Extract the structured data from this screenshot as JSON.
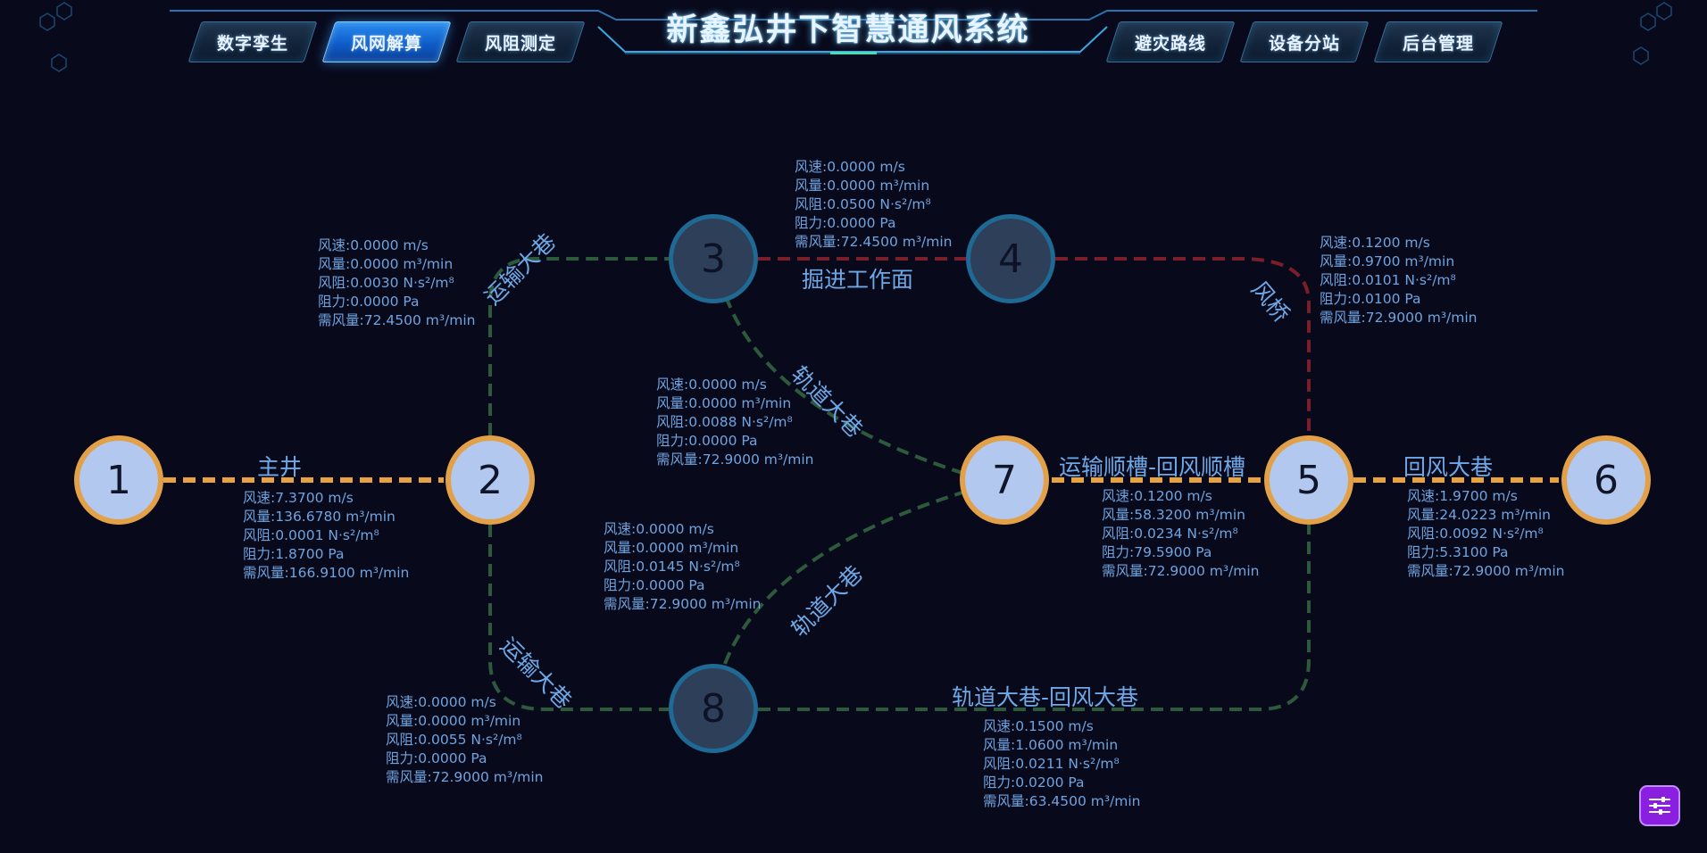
{
  "app_title": "新鑫弘井下智慧通风系统",
  "nav_left": [
    {
      "label": "数字孪生",
      "active": false
    },
    {
      "label": "风网解算",
      "active": true
    },
    {
      "label": "风阻测定",
      "active": false
    }
  ],
  "nav_right": [
    {
      "label": "避灾路线",
      "active": false
    },
    {
      "label": "设备分站",
      "active": false
    },
    {
      "label": "后台管理",
      "active": false
    }
  ],
  "nodes": [
    {
      "id": "1",
      "style": "orange"
    },
    {
      "id": "2",
      "style": "orange"
    },
    {
      "id": "3",
      "style": "blue"
    },
    {
      "id": "4",
      "style": "blue"
    },
    {
      "id": "5",
      "style": "orange"
    },
    {
      "id": "6",
      "style": "orange"
    },
    {
      "id": "7",
      "style": "orange"
    },
    {
      "id": "8",
      "style": "blue"
    }
  ],
  "edge_labels": {
    "main_shaft": "主井",
    "transport_upper": "运输大巷",
    "tunnel_face": "掘进工作面",
    "air_bridge": "风桥",
    "track_upper": "轨道大巷",
    "transport_return": "运输顺槽-回风顺槽",
    "return_main": "回风大巷",
    "track_lower": "轨道大巷",
    "transport_lower": "运输大巷",
    "track_return": "轨道大巷-回风大巷"
  },
  "info_panels": {
    "main_shaft": [
      "风速:7.3700 m/s",
      "风量:136.6780 m³/min",
      "风阻:0.0001 N·s²/m⁸",
      "阻力:1.8700 Pa",
      "需风量:166.9100 m³/min"
    ],
    "transport_upper": [
      "风速:0.0000 m/s",
      "风量:0.0000 m³/min",
      "风阻:0.0030 N·s²/m⁸",
      "阻力:0.0000 Pa",
      "需风量:72.4500 m³/min"
    ],
    "tunnel_face": [
      "风速:0.0000 m/s",
      "风量:0.0000 m³/min",
      "风阻:0.0500 N·s²/m⁸",
      "阻力:0.0000 Pa",
      "需风量:72.4500 m³/min"
    ],
    "air_bridge": [
      "风速:0.1200 m/s",
      "风量:0.9700 m³/min",
      "风阻:0.0101 N·s²/m⁸",
      "阻力:0.0100 Pa",
      "需风量:72.9000 m³/min"
    ],
    "track_upper": [
      "风速:0.0000 m/s",
      "风量:0.0000 m³/min",
      "风阻:0.0088 N·s²/m⁸",
      "阻力:0.0000 Pa",
      "需风量:72.9000 m³/min"
    ],
    "transport_return": [
      "风速:0.1200 m/s",
      "风量:58.3200 m³/min",
      "风阻:0.0234 N·s²/m⁸",
      "阻力:79.5900 Pa",
      "需风量:72.9000 m³/min"
    ],
    "return_main": [
      "风速:1.9700 m/s",
      "风量:24.0223 m³/min",
      "风阻:0.0092 N·s²/m⁸",
      "阻力:5.3100 Pa",
      "需风量:72.9000 m³/min"
    ],
    "track_lower": [
      "风速:0.0000 m/s",
      "风量:0.0000 m³/min",
      "风阻:0.0145 N·s²/m⁸",
      "阻力:0.0000 Pa",
      "需风量:72.9000 m³/min"
    ],
    "transport_lower": [
      "风速:0.0000 m/s",
      "风量:0.0000 m³/min",
      "风阻:0.0055 N·s²/m⁸",
      "阻力:0.0000 Pa",
      "需风量:72.9000 m³/min"
    ],
    "track_return": [
      "风速:0.1500 m/s",
      "风量:1.0600 m³/min",
      "风阻:0.0211 N·s²/m⁸",
      "阻力:0.0200 Pa",
      "需风量:63.4500 m³/min"
    ]
  },
  "settings_icon": "sliders-icon",
  "colors": {
    "background": "#080a1c",
    "intake_edge": "#e8a23f",
    "normal_edge": "#2d5a3a",
    "blocked_edge": "#7a1f2a",
    "node_active_fill": "#b3c8ef",
    "node_active_ring": "#e2a048",
    "node_inactive_fill": "#2e3f5a",
    "node_inactive_ring": "#1e6a95",
    "nav_active": "#1a72e0",
    "settings_button": "#8a1fe0"
  }
}
